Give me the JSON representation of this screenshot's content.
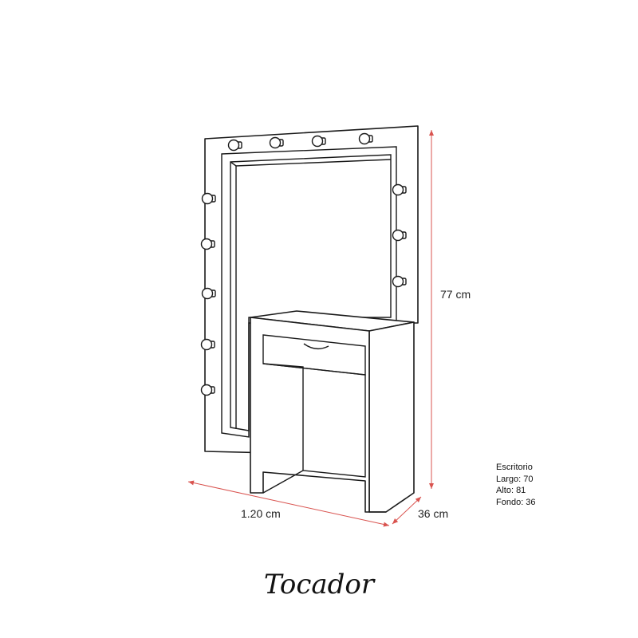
{
  "dimensions": {
    "width": "1.20 cm",
    "height": "77 cm",
    "depth": "36 cm"
  },
  "specs": {
    "heading": "Escritorio",
    "lines": [
      "Largo: 70",
      "Alto: 81",
      "Fondo: 36"
    ]
  },
  "title": "Tocador",
  "colors": {
    "dimension_line": "#d9534f",
    "drawing_stroke": "#1a1a1a"
  }
}
